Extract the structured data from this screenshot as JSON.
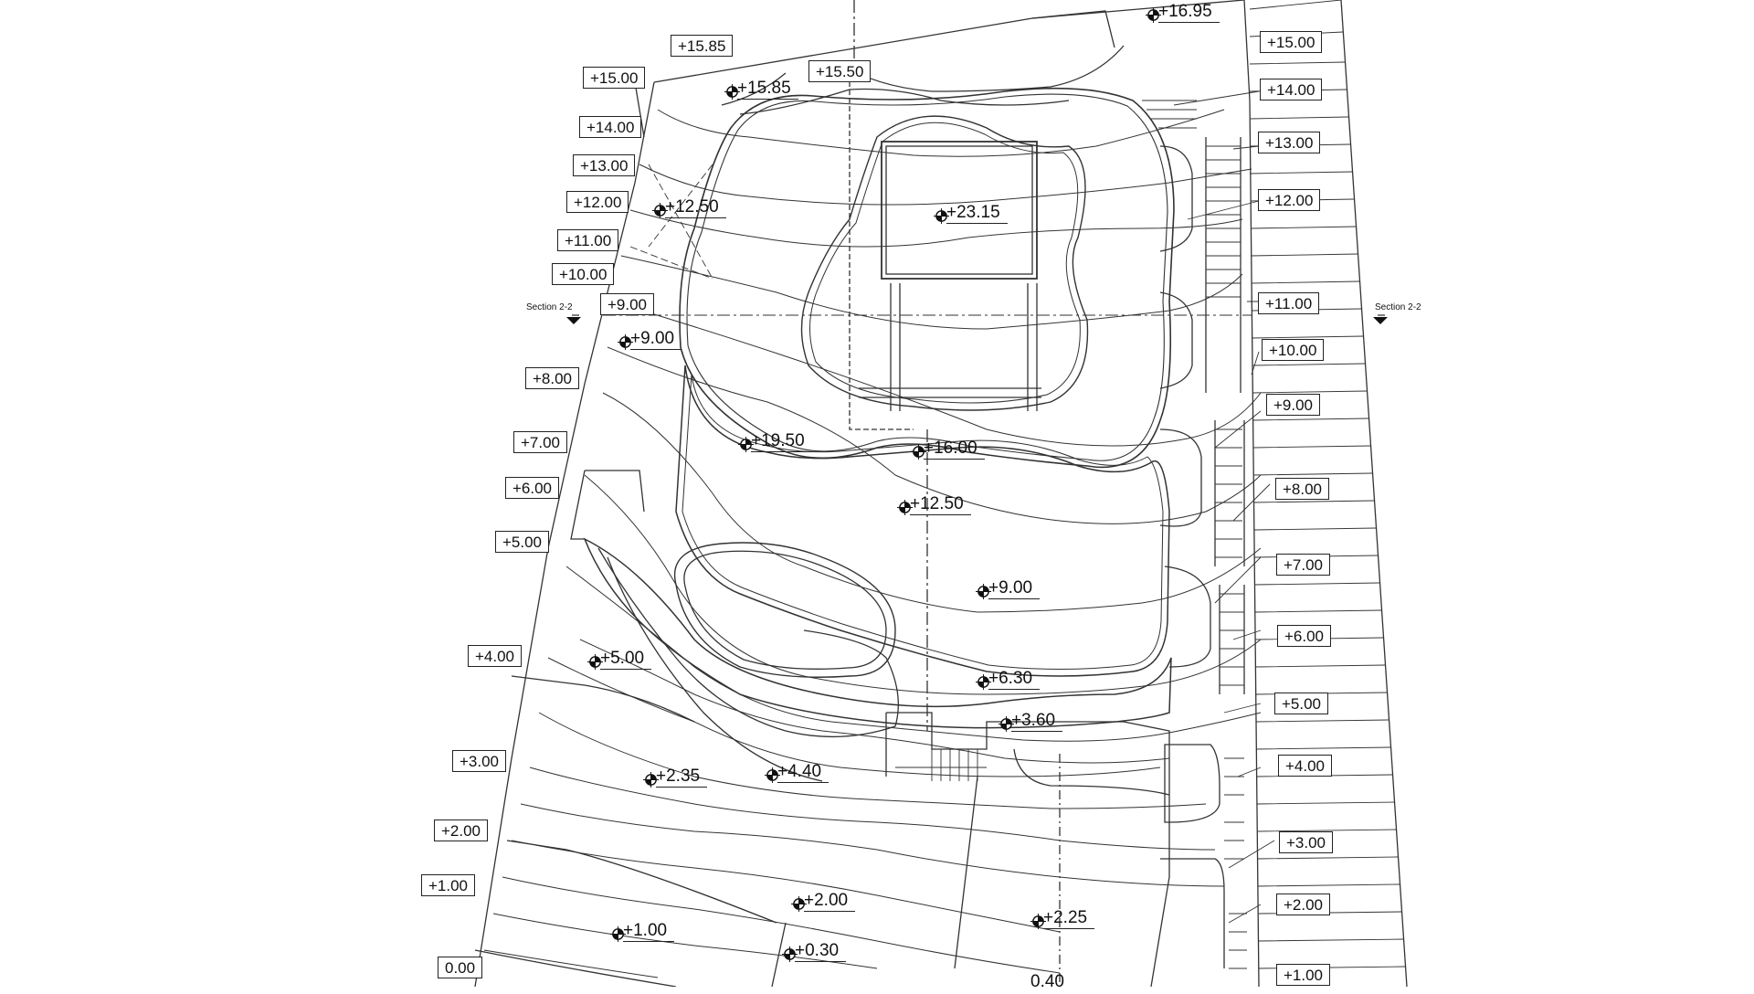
{
  "section_labels": {
    "left": "Section 2-2",
    "right": "Section 2-2"
  },
  "left_contours": [
    "+15.85",
    "+15.50",
    "+15.00",
    "+14.00",
    "+13.00",
    "+12.00",
    "+11.00",
    "+10.00",
    "+9.00",
    "+8.00",
    "+7.00",
    "+6.00",
    "+5.00",
    "+4.00",
    "+3.00",
    "+2.00",
    "+1.00",
    "0.00"
  ],
  "right_contours": [
    "+15.00",
    "+14.00",
    "+13.00",
    "+12.00",
    "+11.00",
    "+10.00",
    "+9.00",
    "+8.00",
    "+7.00",
    "+6.00",
    "+5.00",
    "+4.00",
    "+3.00",
    "+2.00",
    "+1.00"
  ],
  "spot_levels": [
    "+16.95",
    "+15.85",
    "+12.50",
    "+23.15",
    "+9.00",
    "+19.50",
    "+16.00",
    "+12.50",
    "+9.00",
    "+5.00",
    "+6.30",
    "+3.60",
    "+2.35",
    "+4.40",
    "+2.00",
    "+2.25",
    "+1.00",
    "+0.30",
    "0.40"
  ],
  "icons": {
    "spot_marker": "level-marker-icon",
    "section_marker": "section-arrow-icon"
  }
}
